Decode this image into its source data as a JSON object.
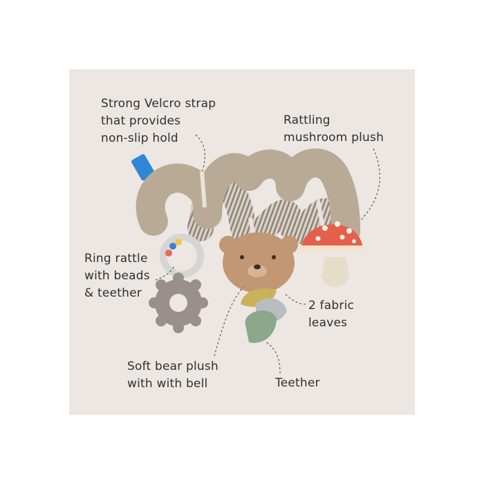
{
  "labels": {
    "velcro": "Strong Velcro strap\nthat provides\nnon-slip hold",
    "mushroom": "Rattling\nmushroom plush",
    "ring": "Ring rattle\nwith beads\n& teether",
    "leaves": "2 fabric\nleaves",
    "bear": "Soft bear plush\nwith with bell",
    "teether": "Teether"
  },
  "colors": {
    "panel": "#ece7e3",
    "plush": "#b9aa96",
    "stripe": "#8c8378",
    "mushroom_cap": "#e4604a",
    "bear": "#c29774",
    "leaf_yellow": "#c9b25a",
    "leaf_green": "#8ba88a",
    "teether": "#9b8f89",
    "tag": "#2f86d6"
  }
}
